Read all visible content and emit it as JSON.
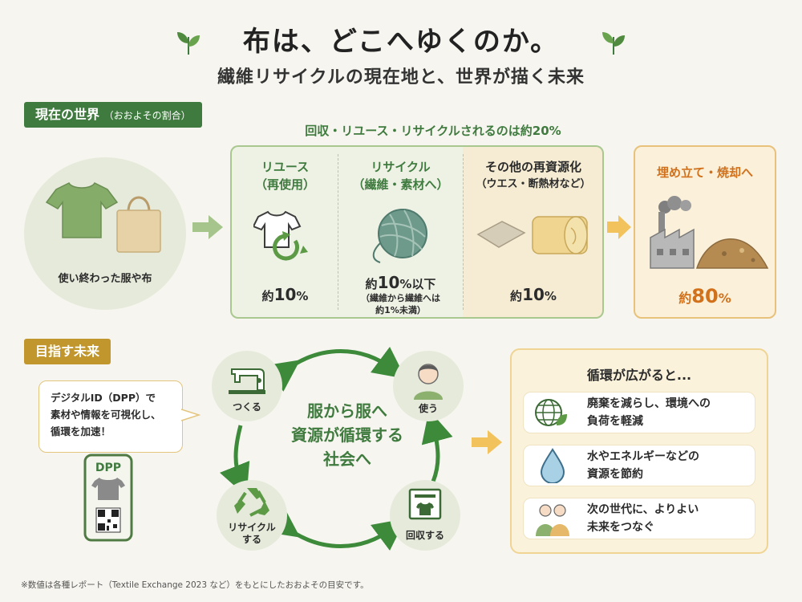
{
  "header": {
    "title": "布は、どこへゆくのか。",
    "subtitle": "繊維リサイクルの現在地と、世界が描く未来"
  },
  "current": {
    "tag": "現在の世界",
    "tag_note": "（おおよその割合）",
    "note": "回収・リユース・リサイクルされるのは約20%",
    "source_label": "使い終わった服や布",
    "reuse": {
      "title": "リユース",
      "sub": "（再使用）",
      "pct_prefix": "約",
      "pct": "10",
      "pct_unit": "%"
    },
    "recycle": {
      "title": "リサイクル",
      "sub": "（繊維・素材へ）",
      "pct_prefix": "約",
      "pct": "10",
      "pct_unit": "%以下",
      "note1": "（繊維から繊維へは",
      "note2": "約1%未満）"
    },
    "other": {
      "title": "その他の再資源化",
      "sub": "（ウエス・断熱材など）",
      "pct_prefix": "約",
      "pct": "10",
      "pct_unit": "%"
    },
    "landfill": {
      "title": "埋め立て・焼却へ",
      "pct_prefix": "約",
      "pct": "80",
      "pct_unit": "%"
    }
  },
  "future": {
    "tag": "目指す未来",
    "bubble": [
      "デジタルID（DPP）で",
      "素材や情報を可視化し、",
      "循環を加速！"
    ],
    "phone_label": "DPP",
    "center": [
      "服から服へ",
      "資源が循環する",
      "社会へ"
    ],
    "nodes": {
      "make": "つくる",
      "use": "使う",
      "collect": "回収する",
      "recycle1": "リサイクル",
      "recycle2": "する"
    },
    "benefits_title": "循環が広がると...",
    "benefits": [
      {
        "line1": "廃棄を減らし、環境への",
        "line2": "負荷を軽減",
        "icon": "globe-leaf-icon"
      },
      {
        "line1": "水やエネルギーなどの",
        "line2": "資源を節約",
        "icon": "water-drop-icon"
      },
      {
        "line1": "次の世代に、よりよい",
        "line2": "未来をつなぐ",
        "icon": "family-icon"
      }
    ]
  },
  "footnote": "※数値は各種レポート（Textile Exchange 2023 など）をもとにしたおおよその目安です。",
  "colors": {
    "green": "#3f7a3e",
    "gold": "#c1962d",
    "orange": "#d1711c",
    "bg": "#f6f5ef"
  }
}
